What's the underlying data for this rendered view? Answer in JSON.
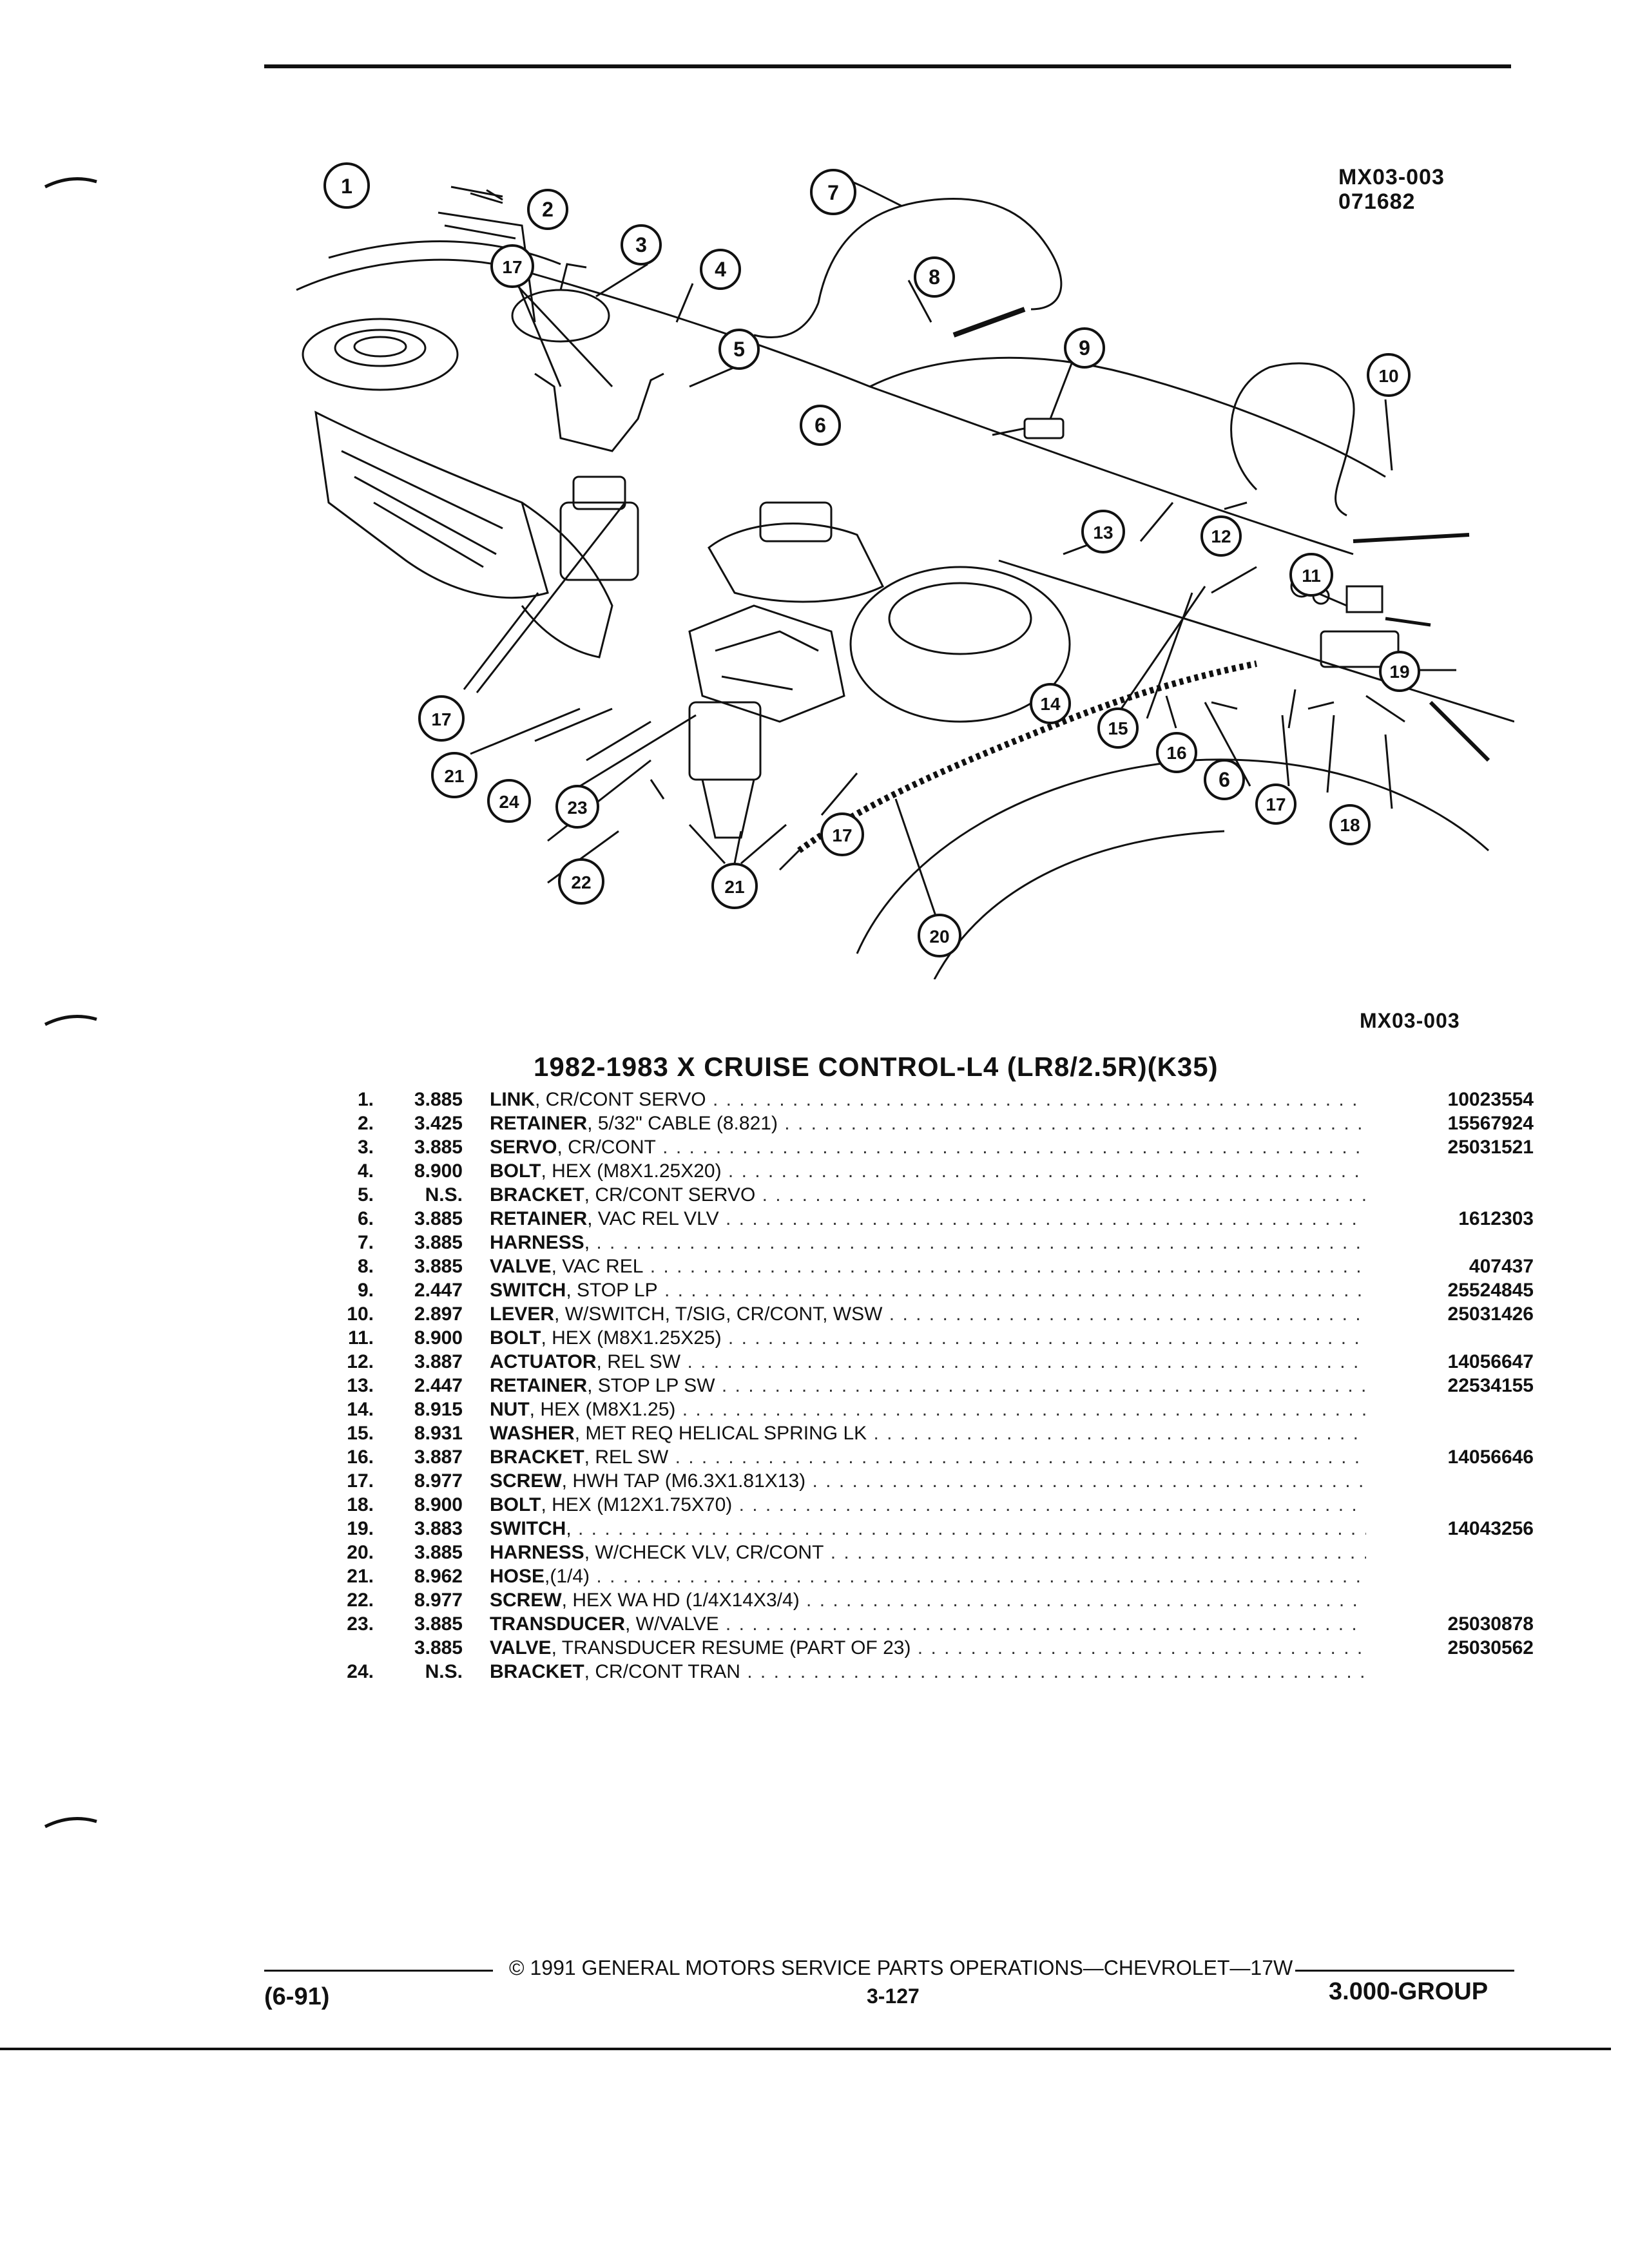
{
  "header": {
    "figure_code": "MX03-003",
    "figure_date": "071682"
  },
  "diagram": {
    "callouts": [
      "1",
      "2",
      "3",
      "4",
      "5",
      "6",
      "7",
      "8",
      "9",
      "10",
      "11",
      "12",
      "13",
      "14",
      "15",
      "16",
      "17",
      "17",
      "17",
      "17",
      "18",
      "19",
      "20",
      "21",
      "21",
      "22",
      "23",
      "24",
      "6"
    ]
  },
  "figure_label": "MX03-003",
  "section_title": "1982-1983 X CRUISE CONTROL-L4 (LR8/2.5R)(K35)",
  "parts": [
    {
      "num": "1.",
      "group": "3.885",
      "name": "LINK",
      "desc": ", CR/CONT SERVO",
      "part": "10023554"
    },
    {
      "num": "2.",
      "group": "3.425",
      "name": "RETAINER",
      "desc": ", 5/32\" CABLE (8.821)",
      "part": "15567924"
    },
    {
      "num": "3.",
      "group": "3.885",
      "name": "SERVO",
      "desc": ", CR/CONT",
      "part": "25031521"
    },
    {
      "num": "4.",
      "group": "8.900",
      "name": "BOLT",
      "desc": ", HEX (M8X1.25X20)",
      "part": ""
    },
    {
      "num": "5.",
      "group": "N.S.",
      "name": "BRACKET",
      "desc": ", CR/CONT SERVO",
      "part": ""
    },
    {
      "num": "6.",
      "group": "3.885",
      "name": "RETAINER",
      "desc": ", VAC REL VLV",
      "part": "1612303"
    },
    {
      "num": "7.",
      "group": "3.885",
      "name": "HARNESS",
      "desc": ",",
      "part": ""
    },
    {
      "num": "8.",
      "group": "3.885",
      "name": "VALVE",
      "desc": ", VAC REL",
      "part": "407437"
    },
    {
      "num": "9.",
      "group": "2.447",
      "name": "SWITCH",
      "desc": ", STOP LP",
      "part": "25524845"
    },
    {
      "num": "10.",
      "group": "2.897",
      "name": "LEVER",
      "desc": ", W/SWITCH, T/SIG, CR/CONT, WSW",
      "part": "25031426"
    },
    {
      "num": "11.",
      "group": "8.900",
      "name": "BOLT",
      "desc": ", HEX (M8X1.25X25)",
      "part": ""
    },
    {
      "num": "12.",
      "group": "3.887",
      "name": "ACTUATOR",
      "desc": ", REL SW",
      "part": "14056647"
    },
    {
      "num": "13.",
      "group": "2.447",
      "name": "RETAINER",
      "desc": ", STOP LP SW",
      "part": "22534155"
    },
    {
      "num": "14.",
      "group": "8.915",
      "name": "NUT",
      "desc": ", HEX (M8X1.25)",
      "part": ""
    },
    {
      "num": "15.",
      "group": "8.931",
      "name": "WASHER",
      "desc": ", MET REQ HELICAL SPRING LK",
      "part": ""
    },
    {
      "num": "16.",
      "group": "3.887",
      "name": "BRACKET",
      "desc": ", REL SW",
      "part": "14056646"
    },
    {
      "num": "17.",
      "group": "8.977",
      "name": "SCREW",
      "desc": ", HWH TAP (M6.3X1.81X13)",
      "part": ""
    },
    {
      "num": "18.",
      "group": "8.900",
      "name": "BOLT",
      "desc": ", HEX (M12X1.75X70)",
      "part": ""
    },
    {
      "num": "19.",
      "group": "3.883",
      "name": "SWITCH",
      "desc": ",",
      "part": "14043256"
    },
    {
      "num": "20.",
      "group": "3.885",
      "name": "HARNESS",
      "desc": ", W/CHECK VLV, CR/CONT",
      "part": ""
    },
    {
      "num": "21.",
      "group": "8.962",
      "name": "HOSE",
      "desc": ",(1/4)",
      "part": ""
    },
    {
      "num": "22.",
      "group": "8.977",
      "name": "SCREW",
      "desc": ", HEX WA HD (1/4X14X3/4)",
      "part": ""
    },
    {
      "num": "23.",
      "group": "3.885",
      "name": "TRANSDUCER",
      "desc": ", W/VALVE",
      "part": "25030878"
    },
    {
      "num": "",
      "group": "3.885",
      "name": "VALVE",
      "desc": ", TRANSDUCER RESUME (PART OF 23)",
      "part": "25030562"
    },
    {
      "num": "24.",
      "group": "N.S.",
      "name": "BRACKET",
      "desc": ", CR/CONT TRAN",
      "part": ""
    }
  ],
  "footer": {
    "copyright": "© 1991 GENERAL MOTORS SERVICE PARTS OPERATIONS—CHEVROLET—17W",
    "date_code": "(6-91)",
    "page": "3-127",
    "group": "3.000-GROUP"
  }
}
